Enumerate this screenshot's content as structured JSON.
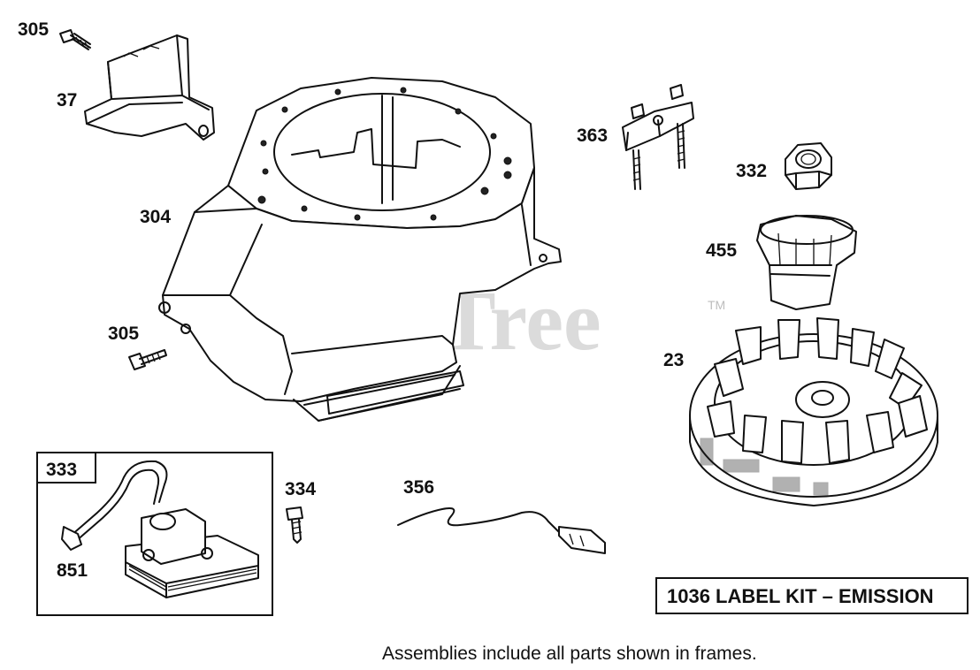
{
  "callouts": {
    "c305_top": "305",
    "c37": "37",
    "c304": "304",
    "c305_bottom": "305",
    "c363": "363",
    "c332": "332",
    "c455": "455",
    "c23": "23",
    "c333": "333",
    "c851": "851",
    "c334": "334",
    "c356": "356"
  },
  "watermark": {
    "text": "PartsTree",
    "tm": "TM"
  },
  "label_kit": "1036 LABEL KIT – EMISSION",
  "footnote": "Assemblies include all parts shown in frames."
}
